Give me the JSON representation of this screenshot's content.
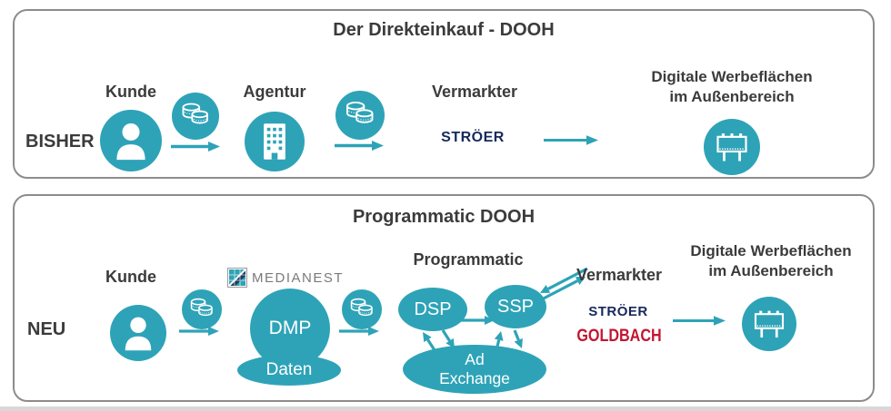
{
  "colors": {
    "teal": "#2EA3B7",
    "panel_border": "#8C8C8C",
    "text_dark": "#3B3B3B",
    "stroeer_navy": "#16295B",
    "goldbach_red": "#C31632",
    "medianest_gray": "#7A7A7A"
  },
  "icons": {
    "kunde": "person-in-teal-circle",
    "agentur": "building-in-teal-circle",
    "payment": "coin-stacks-in-teal-circle",
    "werbeflaeche": "billboard-in-teal-circle",
    "medianest_mark": "checkered-diagonal-square",
    "arrows": "teal-flow-arrows"
  },
  "top_panel": {
    "title": "Der Direkteinkauf - DOOH",
    "row_label": "BISHER",
    "kunde_label": "Kunde",
    "agentur_label": "Agentur",
    "vermarkter_label": "Vermarkter",
    "stroeer_logo": "STRÖER",
    "werbeflaechen_line1": "Digitale Werbeflächen",
    "werbeflaechen_line2": "im Außenbereich"
  },
  "bottom_panel": {
    "title": "Programmatic DOOH",
    "row_label": "NEU",
    "kunde_label": "Kunde",
    "medianest_logo": "MEDIANEST",
    "dmp_label": "DMP",
    "daten_label": "Daten",
    "programmatic_label": "Programmatic",
    "dsp_label": "DSP",
    "ssp_label": "SSP",
    "ad_exchange_line1": "Ad",
    "ad_exchange_line2": "Exchange",
    "vermarkter_label": "Vermarkter",
    "stroeer_logo": "STRÖER",
    "goldbach_logo": "GOLDBACH",
    "werbeflaechen_line1": "Digitale Werbeflächen",
    "werbeflaechen_line2": "im Außenbereich"
  }
}
